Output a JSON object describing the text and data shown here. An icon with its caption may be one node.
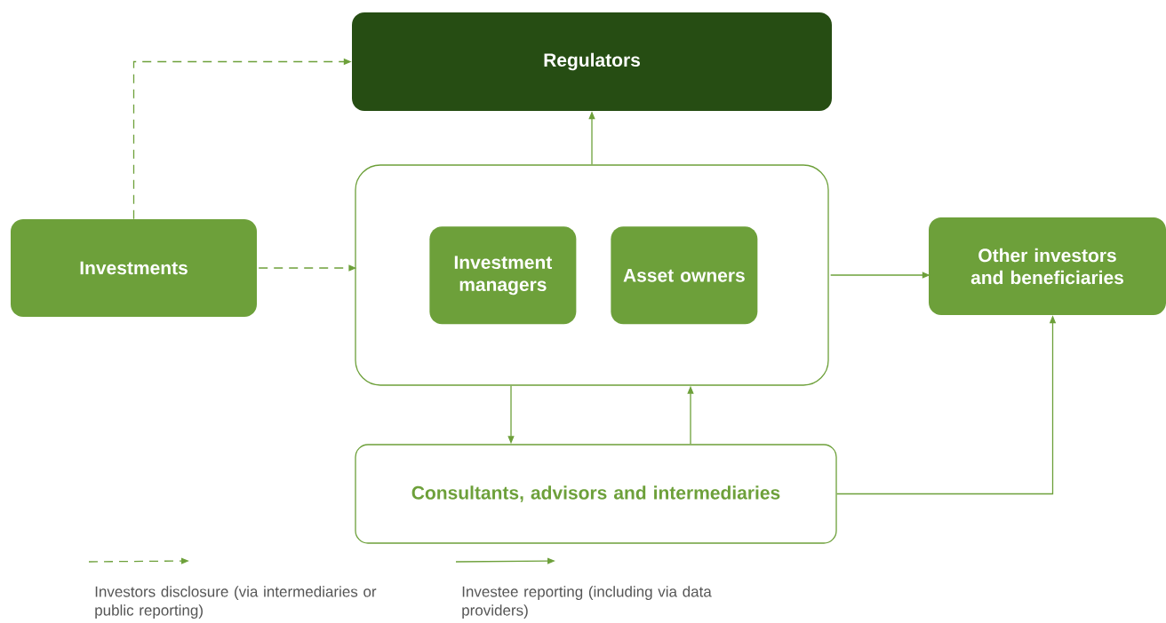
{
  "diagram": {
    "nodes": [
      {
        "text": [
          "Regulators"
        ]
      },
      {
        "text": [
          "Investments"
        ]
      },
      {
        "text": [],
        "shape": "box"
      },
      {
        "text": [
          "Investment managers"
        ],
        "in": 2
      },
      {
        "text": [
          "Asset owners"
        ],
        "in": 2
      },
      {
        "text": [
          "Other investors and beneficiaries"
        ]
      },
      {
        "text": [
          "Consultants, advisors and intermediaries"
        ]
      }
    ],
    "edges": [
      {
        "from": 1,
        "to": 0,
        "arrow": "to",
        "style": "dashed"
      },
      {
        "from": 1,
        "to": 2,
        "arrow": "to",
        "style": "dashed"
      },
      {
        "from": 2,
        "to": 0,
        "arrow": "to"
      },
      {
        "from": 2,
        "to": 5,
        "arrow": "to"
      },
      {
        "from": 2,
        "to": 6,
        "arrow": "to"
      },
      {
        "from": 6,
        "to": 2,
        "arrow": "to"
      },
      {
        "from": 6,
        "to": 5,
        "arrow": "to"
      }
    ],
    "legend": [
      {
        "text": "Investors disclosure (via intermediaries or public reporting)"
      },
      {
        "text": "Investee reporting (including via data providers)"
      }
    ]
  }
}
